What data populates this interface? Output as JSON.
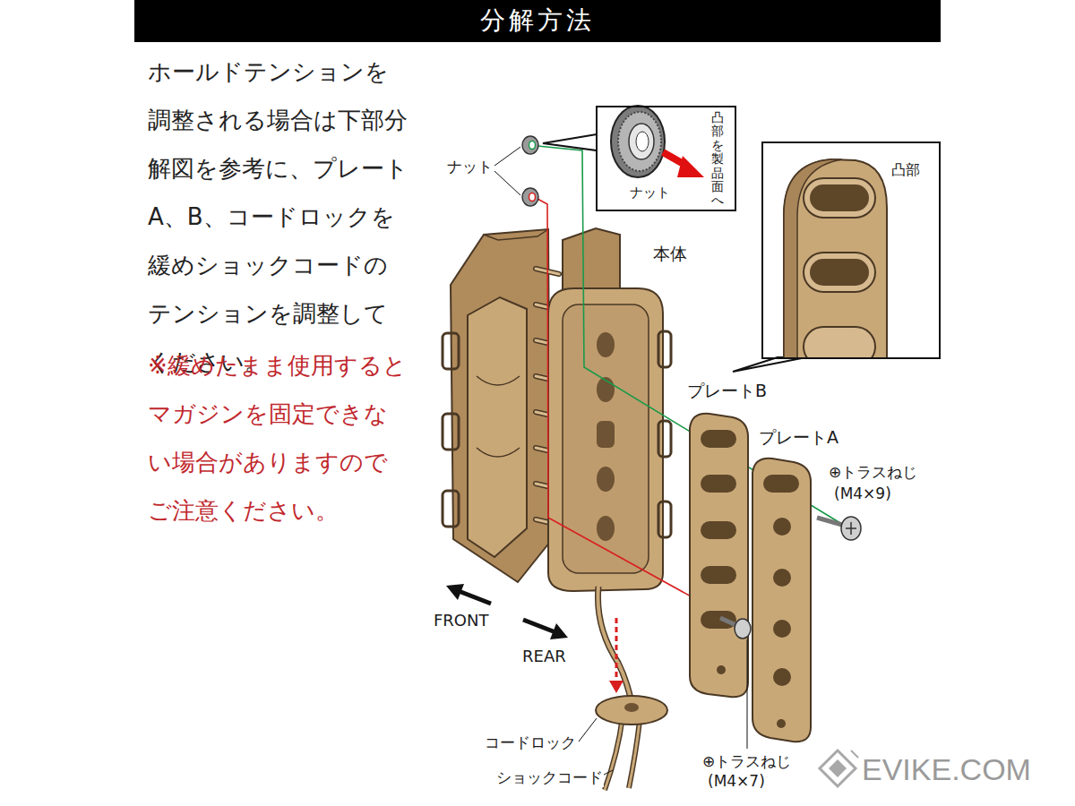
{
  "diagram": {
    "title": "分解方法",
    "nodes": [
      {
        "text": [
          "ナット",
          "凸部を製品面へ"
        ]
      },
      {
        "text": [
          "凸部"
        ]
      }
    ],
    "labels": [
      "ホールドテンションを調整される場合は下部分解図を参考に、プレートA、B、コードロックを緩めショックコードのテンションを調整してください。",
      "※緩めたまま使用するとマガジンを固定できない場合がありますのでご注意ください。",
      "ナット",
      "本体",
      "プレートB",
      "プレートA",
      "⊕トラスねじ",
      "(M4×9)",
      "FRONT",
      "REAR",
      "コードロック",
      "ショックコード",
      "⊕トラスねじ",
      "(M4×7)",
      "EVIKE.COM"
    ]
  }
}
